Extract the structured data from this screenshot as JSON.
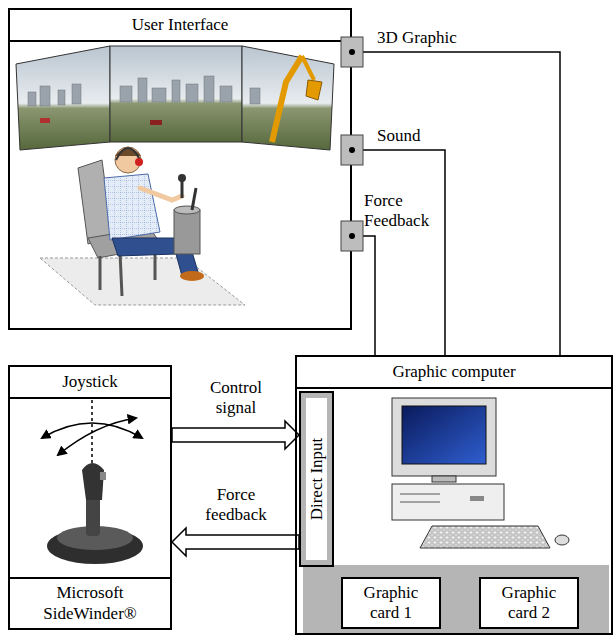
{
  "diagram": {
    "nodes": [
      {
        "text": [
          "User Interface"
        ]
      },
      {
        "text": [
          "Joystick",
          "Microsoft SideWinder®"
        ]
      },
      {
        "text": [
          "Graphic computer"
        ]
      },
      {
        "text": [
          "Direct Input"
        ],
        "in": 2
      },
      {
        "text": [
          "Graphic card 1"
        ],
        "in": 2
      },
      {
        "text": [
          "Graphic card 2"
        ],
        "in": 2
      }
    ],
    "edges": [
      {
        "from": 1,
        "to": 3,
        "label": "Control signal",
        "arrow": "to"
      },
      {
        "from": 3,
        "to": 1,
        "label": "Force feedback",
        "arrow": "to"
      },
      {
        "from": 2,
        "to": 0,
        "label": "3D Graphic",
        "arrow": "none"
      },
      {
        "from": 2,
        "to": 0,
        "label": "Sound",
        "arrow": "none"
      },
      {
        "from": 2,
        "to": 0,
        "label": "Force Feedback",
        "arrow": "none"
      }
    ]
  }
}
